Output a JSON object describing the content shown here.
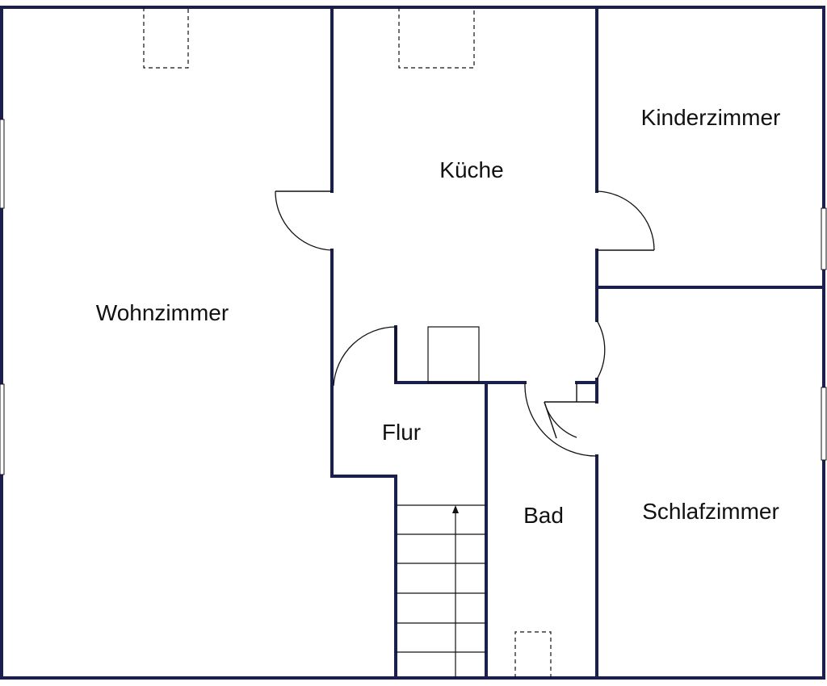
{
  "colors": {
    "wall": "#1a1f4e",
    "line": "#111111",
    "background": "#ffffff"
  },
  "rooms": {
    "wohnzimmer": "Wohnzimmer",
    "kueche": "Küche",
    "kinderzimmer": "Kinderzimmer",
    "flur": "Flur",
    "bad": "Bad",
    "schlafzimmer": "Schlafzimmer"
  }
}
